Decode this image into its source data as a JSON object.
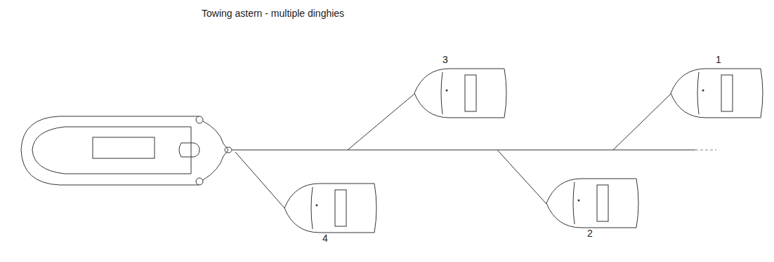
{
  "diagram": {
    "title": "Towing astern - multiple dinghies",
    "labels": [
      "3",
      "1",
      "4",
      "2"
    ]
  }
}
